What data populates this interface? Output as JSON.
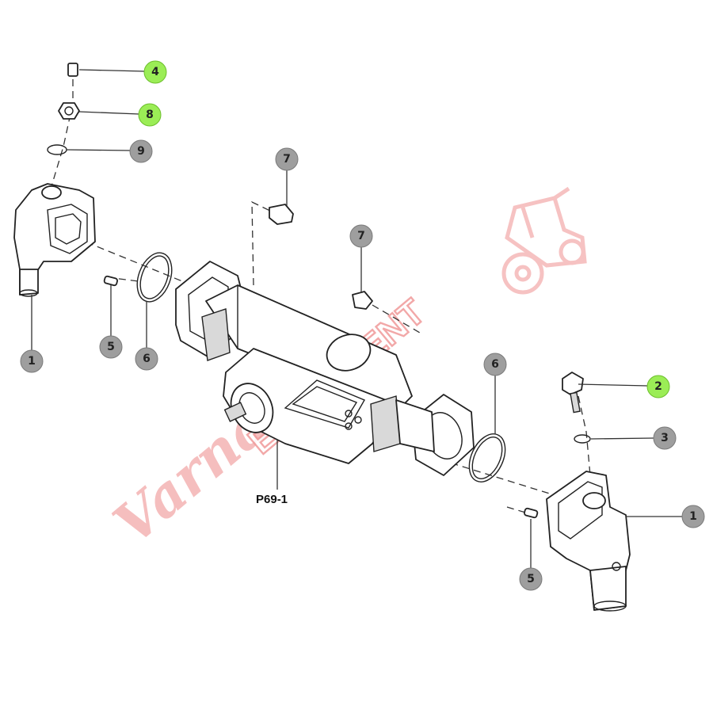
{
  "diagram": {
    "reference_label": "P69-1",
    "callouts": [
      {
        "id": "c-4-top",
        "label": "4",
        "highlight": true
      },
      {
        "id": "c-8-top",
        "label": "8",
        "highlight": true
      },
      {
        "id": "c-9-top",
        "label": "9",
        "highlight": false
      },
      {
        "id": "c-7-a",
        "label": "7",
        "highlight": false
      },
      {
        "id": "c-7-b",
        "label": "7",
        "highlight": false
      },
      {
        "id": "c-1-left",
        "label": "1",
        "highlight": false
      },
      {
        "id": "c-5-left",
        "label": "5",
        "highlight": false
      },
      {
        "id": "c-6-left",
        "label": "6",
        "highlight": false
      },
      {
        "id": "c-6-right",
        "label": "6",
        "highlight": false
      },
      {
        "id": "c-2-right",
        "label": "2",
        "highlight": true
      },
      {
        "id": "c-3-right",
        "label": "3",
        "highlight": false
      },
      {
        "id": "c-1-right",
        "label": "1",
        "highlight": false
      },
      {
        "id": "c-5-right",
        "label": "5",
        "highlight": false
      }
    ],
    "colors": {
      "callout_grey": "#9e9e9e",
      "callout_highlight": "#9bed56",
      "watermark": "#f2a6a6"
    }
  },
  "watermark": {
    "script_text": "Varna",
    "block_text": "EQUIPMENT",
    "icon": "tractor-icon"
  }
}
